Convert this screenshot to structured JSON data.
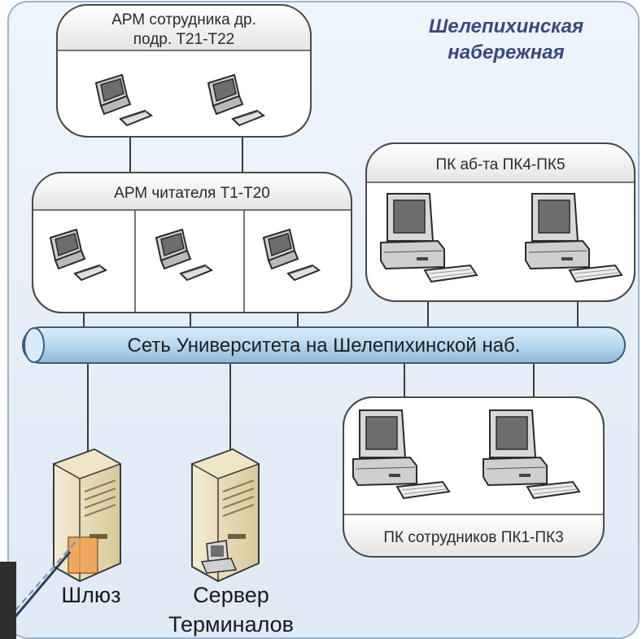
{
  "title": {
    "line1": "Шелепихинская",
    "line2": "набережная"
  },
  "groups": {
    "staff_other": {
      "label_line1": "АРМ сотрудника др.",
      "label_line2": "подр. Т21-Т22"
    },
    "readers": {
      "label": "АРМ читателя Т1-Т20"
    },
    "subscription": {
      "label": "ПК аб-та ПК4-ПК5"
    },
    "employees": {
      "label": "ПК сотрудников ПК1-ПК3"
    }
  },
  "network": {
    "label": "Сеть Университета на Шелепихинской наб."
  },
  "servers": {
    "gateway": {
      "label": "Шлюз"
    },
    "terminal": {
      "label_line1": "Сервер",
      "label_line2": "Терминалов"
    }
  },
  "icons": {
    "workstation": "workstation-icon",
    "pc_tower": "pc-tower-icon",
    "server": "server-icon"
  },
  "colors": {
    "bus_fill": "#b7d8ee",
    "bus_stroke": "#3e5b7a",
    "title": "#3a4a7c",
    "group_fill": "#ffffff",
    "group_stroke": "#4a4a4a",
    "background": "#eaf2fa"
  }
}
